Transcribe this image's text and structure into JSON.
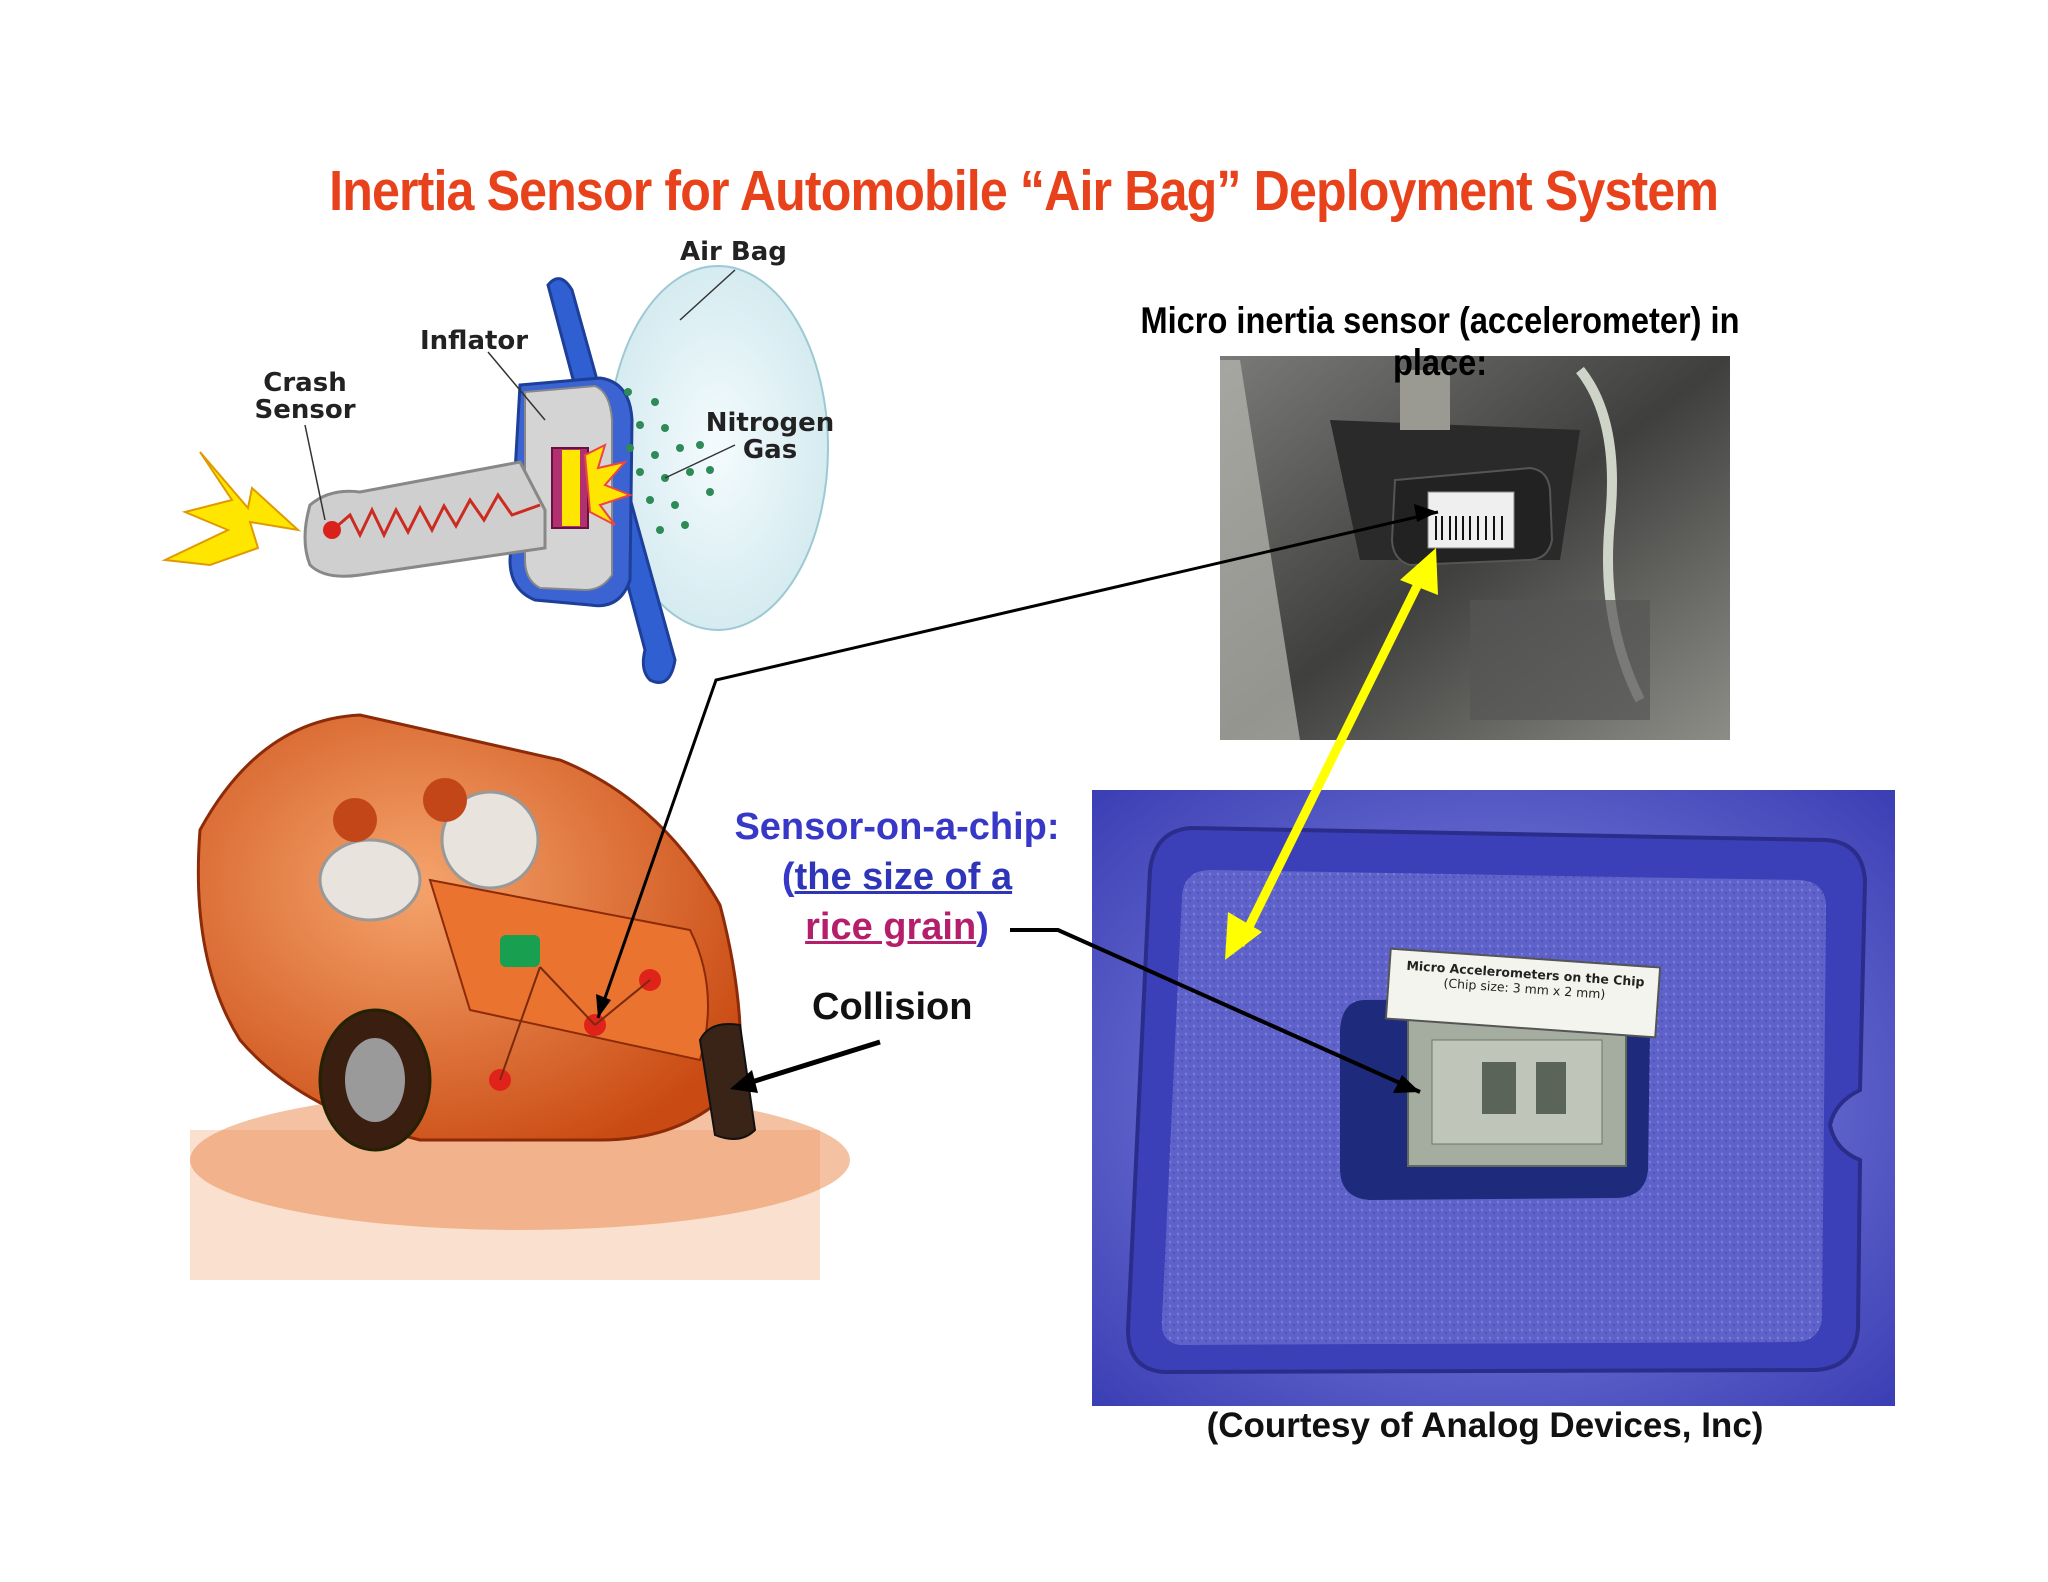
{
  "title": "Inertia Sensor for Automobile “Air Bag” Deployment System",
  "diagram": {
    "air_bag": "Air Bag",
    "inflator": "Inflator",
    "crash_sensor_line1": "Crash",
    "crash_sensor_line2": "Sensor",
    "nitrogen_line1": "Nitrogen",
    "nitrogen_line2": "Gas"
  },
  "sensor_photo_caption": "Micro inertia sensor (accelerometer) in place:",
  "chip_caption": {
    "line1": "Sensor-on-a-chip:",
    "paren_open": "(",
    "line2_link": "the size of a",
    "line3_link": "rice grain",
    "paren_close": ")"
  },
  "collision_label": "Collision",
  "chip_label_line1": "Micro Accelerometers on the Chip",
  "chip_label_line2": "(Chip size: 3 mm x 2 mm)",
  "courtesy": "(Courtesy of Analog Devices, Inc)",
  "colors": {
    "title": "#e8421c",
    "caption_blue": "#3838c8",
    "caption_magenta": "#b51e6a",
    "arrow_yellow": "#ffff00"
  }
}
